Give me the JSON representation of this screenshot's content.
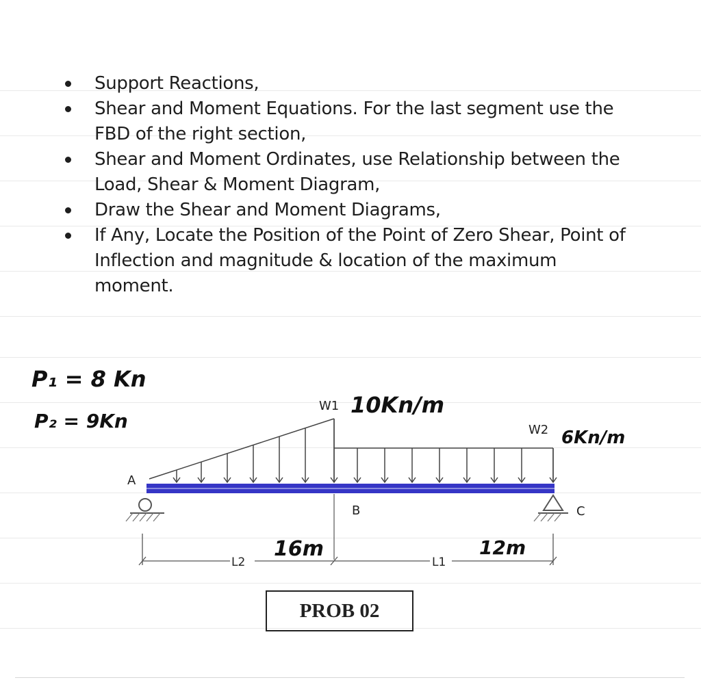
{
  "requirements": [
    "Support Reactions,",
    "Shear and Moment Equations. For the last segment use the FBD of the right section,",
    "Shear and Moment Ordinates, use Relationship between the Load, Shear & Moment Diagram,",
    "Draw the Shear and Moment Diagrams,",
    "If Any, Locate the Position of the Point of Zero Shear, Point of Inflection and magnitude & location of the maximum moment."
  ],
  "handwritten": {
    "p1": "P₁ = 8 Kn",
    "p2": "P₂ = 9Kn",
    "w1_value": "10Kn/m",
    "w2_value": "6Kn/m",
    "l2_value": "16m",
    "l1_value": "12m"
  },
  "beam": {
    "label_a": "A",
    "label_b": "B",
    "label_c": "C",
    "label_w1": "W1",
    "label_w2": "W2",
    "label_l2": "L2",
    "label_l1": "L1",
    "beam_color": "#3535c8"
  },
  "problem_label": "PROB 02"
}
